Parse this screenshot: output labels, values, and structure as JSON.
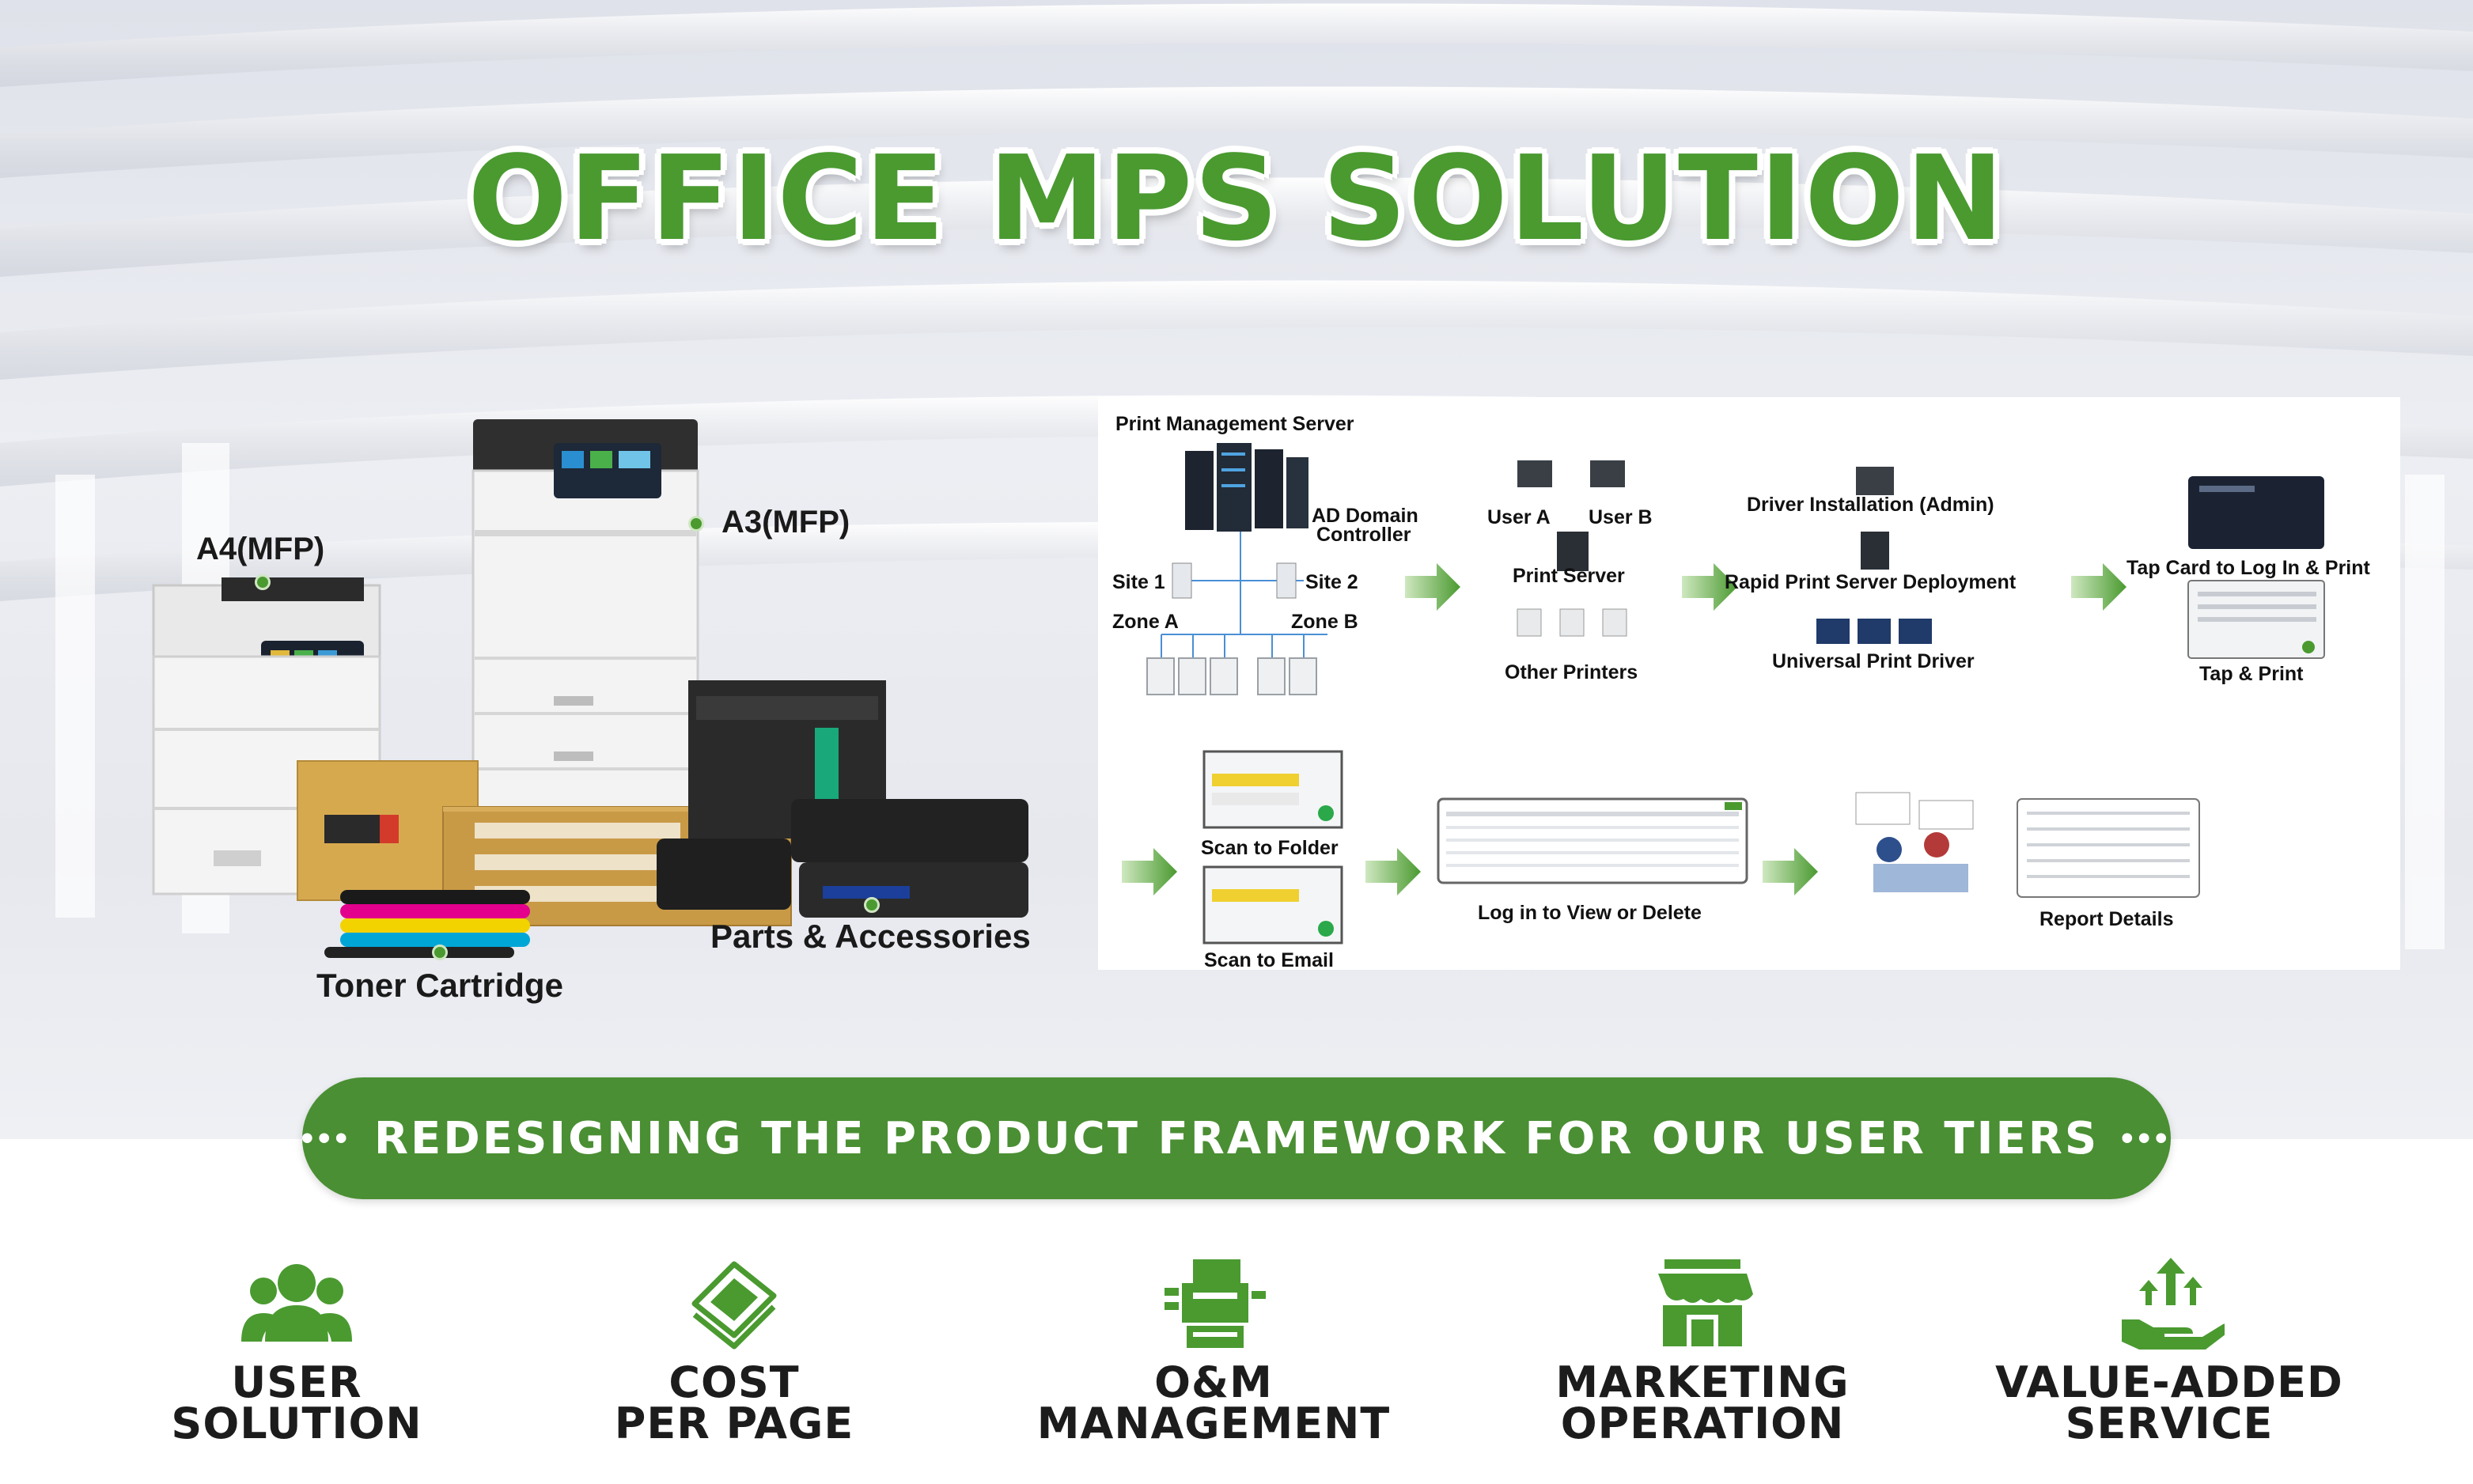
{
  "title": "OFFICE MPS SOLUTION",
  "colors": {
    "brand_green": "#4a9a30",
    "banner_green": "#4a8f33",
    "text_dark": "#1c1c1c"
  },
  "products": {
    "a4": "A4(MFP)",
    "a3": "A3(MFP)",
    "toner": "Toner Cartridge",
    "parts": "Parts & Accessories"
  },
  "diagram": {
    "server": "Print Management Server",
    "ad_line1": "AD Domain",
    "ad_line2": "Controller",
    "site1": "Site 1",
    "site2": "Site 2",
    "zone_a": "Zone A",
    "zone_b": "Zone B",
    "user_a": "User A",
    "user_b": "User B",
    "print_server": "Print Server",
    "other_printers": "Other Printers",
    "driver_install": "Driver Installation (Admin)",
    "rapid_deploy": "Rapid Print Server Deployment",
    "universal_driver": "Universal Print Driver",
    "tap_card": "Tap Card to Log In & Print",
    "tap_print": "Tap & Print",
    "scan_folder": "Scan to Folder",
    "scan_email": "Scan to Email",
    "log_in": "Log in to View or Delete",
    "report": "Report Details"
  },
  "banner": {
    "dots_left": "•••",
    "text": "REDESIGNING THE PRODUCT FRAMEWORK FOR OUR USER TIERS",
    "dots_right": "•••"
  },
  "tiers": [
    {
      "line1": "USER",
      "line2": "SOLUTION",
      "icon": "users-icon"
    },
    {
      "line1": "COST",
      "line2": "PER PAGE",
      "icon": "paper-stack-icon"
    },
    {
      "line1": "O&M",
      "line2": "MANAGEMENT",
      "icon": "printer-icon"
    },
    {
      "line1": "MARKETING",
      "line2": "OPERATION",
      "icon": "storefront-icon"
    },
    {
      "line1": "VALUE-ADDED",
      "line2": "SERVICE",
      "icon": "hand-growth-icon"
    }
  ]
}
